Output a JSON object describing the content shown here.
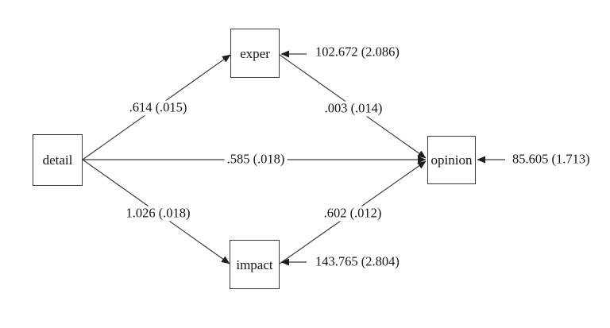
{
  "diagram": {
    "type": "structural-equation-path-model",
    "background_color": "#ffffff",
    "line_color": "#3c3c3c",
    "text_color": "#151515",
    "nodes": [
      {
        "id": "detail",
        "label": "detail"
      },
      {
        "id": "exper",
        "label": "exper"
      },
      {
        "id": "opinion",
        "label": "opinion"
      },
      {
        "id": "impact",
        "label": "impact"
      }
    ],
    "paths": [
      {
        "from": "detail",
        "to": "exper",
        "label": ".614 (.015)",
        "estimate": 0.614,
        "se": 0.015
      },
      {
        "from": "detail",
        "to": "opinion",
        "label": ".585 (.018)",
        "estimate": 0.585,
        "se": 0.018
      },
      {
        "from": "detail",
        "to": "impact",
        "label": "1.026 (.018)",
        "estimate": 1.026,
        "se": 0.018
      },
      {
        "from": "exper",
        "to": "opinion",
        "label": ".003 (.014)",
        "estimate": 0.003,
        "se": 0.014
      },
      {
        "from": "impact",
        "to": "opinion",
        "label": ".602 (.012)",
        "estimate": 0.602,
        "se": 0.012
      }
    ],
    "variances": [
      {
        "target": "exper",
        "label": "102.672 (2.086)",
        "estimate": 102.672,
        "se": 2.086
      },
      {
        "target": "opinion",
        "label": "85.605 (1.713)",
        "estimate": 85.605,
        "se": 1.713
      },
      {
        "target": "impact",
        "label": "143.765 (2.804)",
        "estimate": 143.765,
        "se": 2.804
      }
    ]
  }
}
